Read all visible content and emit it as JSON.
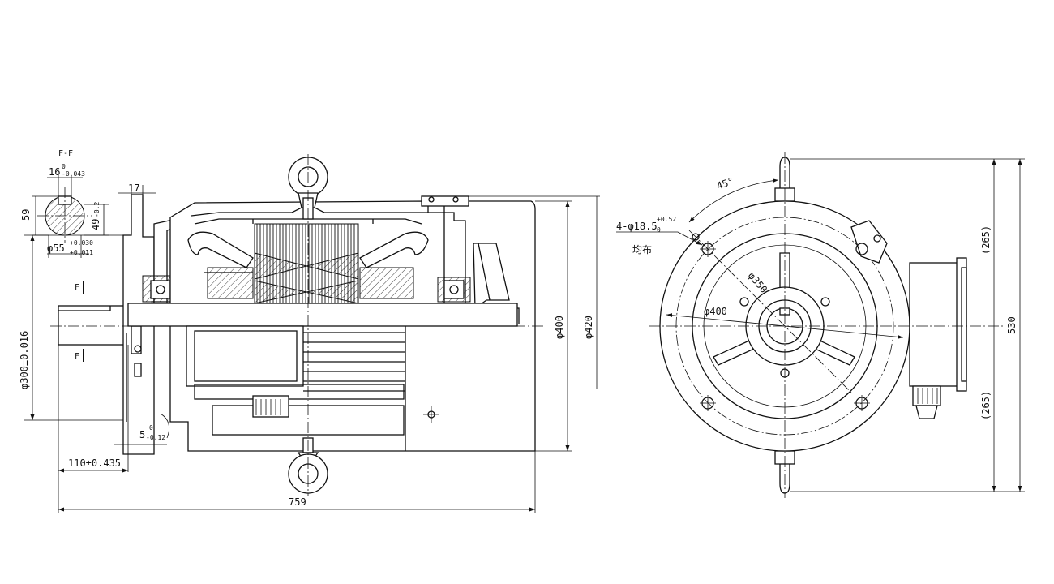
{
  "section_view": {
    "section_label": "F-F",
    "key_width": "16",
    "key_width_tol_upper": "0",
    "key_width_tol_lower": "-0.043",
    "key_height": "49",
    "key_height_tol": "-0.2",
    "key_slot_dim": "59",
    "shaft_dia": "φ55",
    "shaft_tol_upper": "+0.030",
    "shaft_tol_lower": "+0.011",
    "cut_marker": "F"
  },
  "side_view": {
    "flange_thickness": "17",
    "spigot_dia": "φ300±0.016",
    "spigot_depth": "5",
    "spigot_depth_tol_upper": "0",
    "spigot_depth_tol_lower": "-0.12",
    "shaft_extension": "110±0.435",
    "overall_length": "759",
    "body_dia": "φ400",
    "flange_dia": "φ420"
  },
  "end_view": {
    "angle": "45°",
    "holes_label": "4-φ18.5",
    "holes_tol_upper": "+0.52",
    "holes_tol_lower": "0",
    "holes_note": "均布",
    "pcd": "φ350",
    "flange_circle": "φ400",
    "half_height_top": "(265)",
    "half_height_bottom": "(265)",
    "overall_height": "530"
  }
}
